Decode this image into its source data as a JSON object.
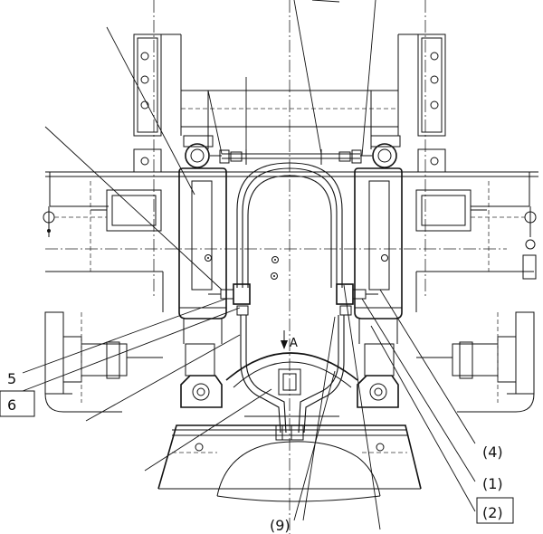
{
  "callouts": {
    "c5": "5",
    "c6": "6",
    "c4": "(4)",
    "c1": "(1)",
    "c2": "(2)",
    "c9": "(9)",
    "view_a": "A"
  }
}
